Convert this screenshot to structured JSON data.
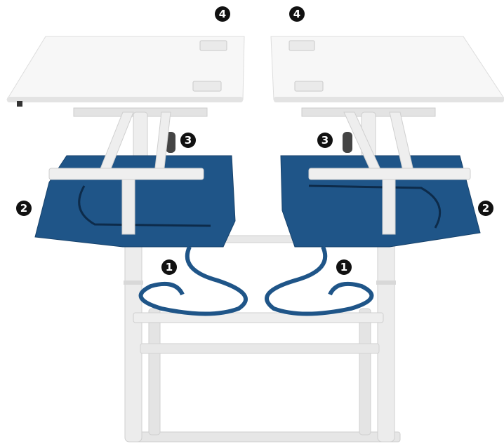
{
  "colors": {
    "desktop_top": "#f7f7f7",
    "desktop_edge": "#d9d9d9",
    "frame": "#e9e9e9",
    "frame_shadow": "#cfcfcf",
    "tray": "#1f5588",
    "tray_dark": "#17426b",
    "cable": "#1f5588",
    "marker": "#111111"
  },
  "markers": [
    {
      "id": "cable",
      "label": "1"
    },
    {
      "id": "tray",
      "label": "2"
    },
    {
      "id": "caster",
      "label": "3"
    },
    {
      "id": "connector",
      "label": "4"
    }
  ]
}
